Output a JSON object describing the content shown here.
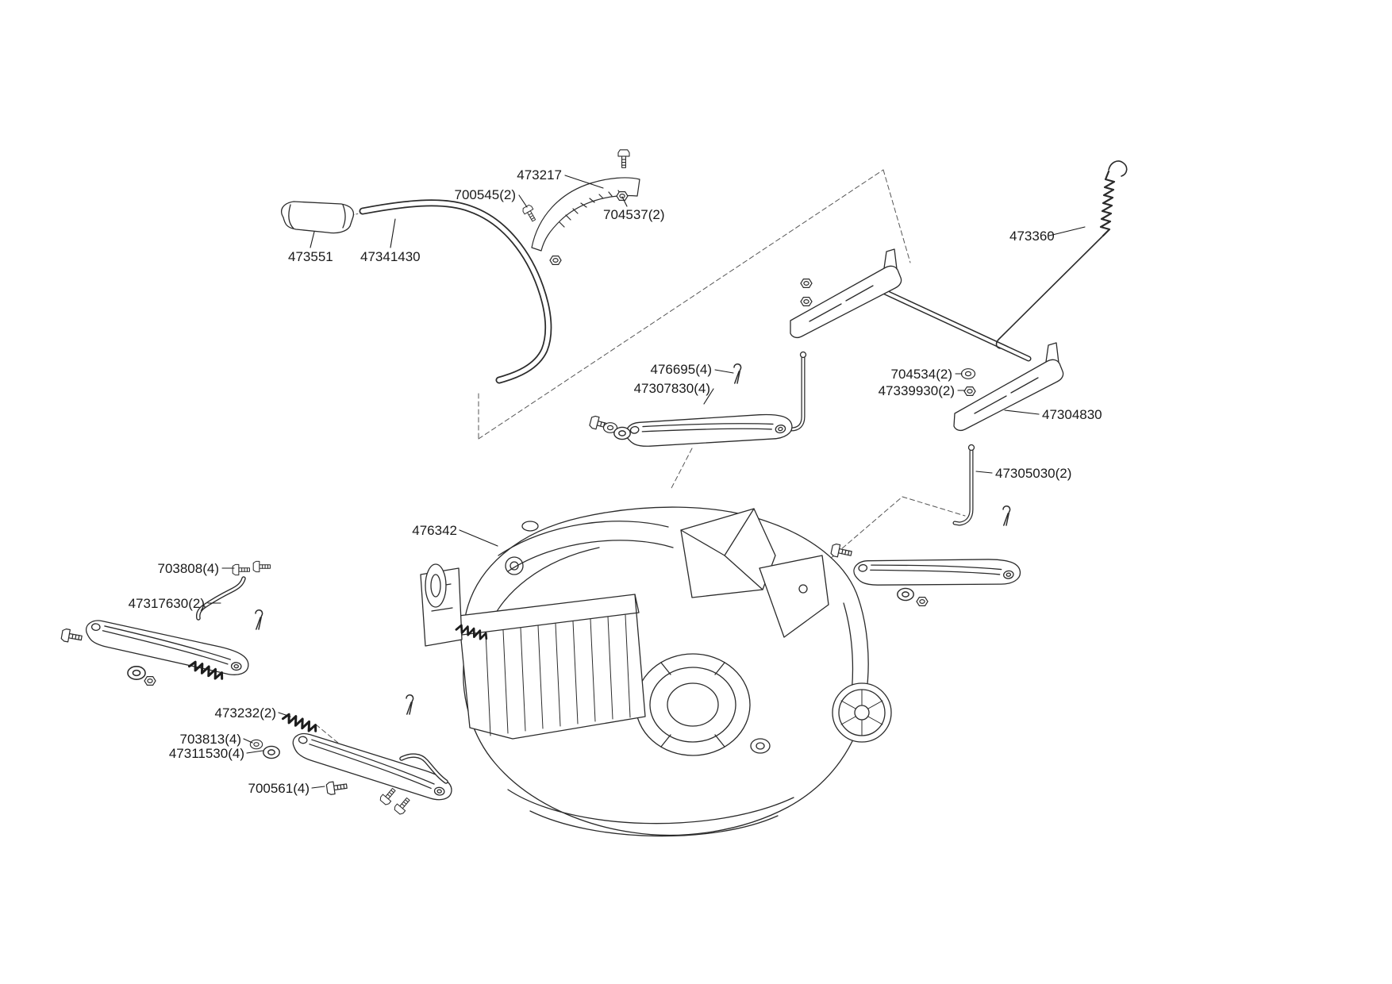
{
  "figure_type": "exploded-parts-diagram",
  "colors": {
    "line": "#2b2b2b",
    "label_text": "#1a1a1a",
    "background": "#ffffff",
    "dashed_line": "#555555"
  },
  "labels": [
    {
      "text": "473217"
    },
    {
      "text": "700545(2)"
    },
    {
      "text": "704537(2)"
    },
    {
      "text": "473551"
    },
    {
      "text": "47341430"
    },
    {
      "text": "473360"
    },
    {
      "text": "476695(4)"
    },
    {
      "text": "47307830(4)"
    },
    {
      "text": "704534(2)"
    },
    {
      "text": "47339930(2)"
    },
    {
      "text": "47304830"
    },
    {
      "text": "47305030(2)"
    },
    {
      "text": "476342"
    },
    {
      "text": "703808(4)"
    },
    {
      "text": "47317630(2)"
    },
    {
      "text": "473232(2)"
    },
    {
      "text": "703813(4)"
    },
    {
      "text": "47311530(4)"
    },
    {
      "text": "700561(4)"
    }
  ]
}
